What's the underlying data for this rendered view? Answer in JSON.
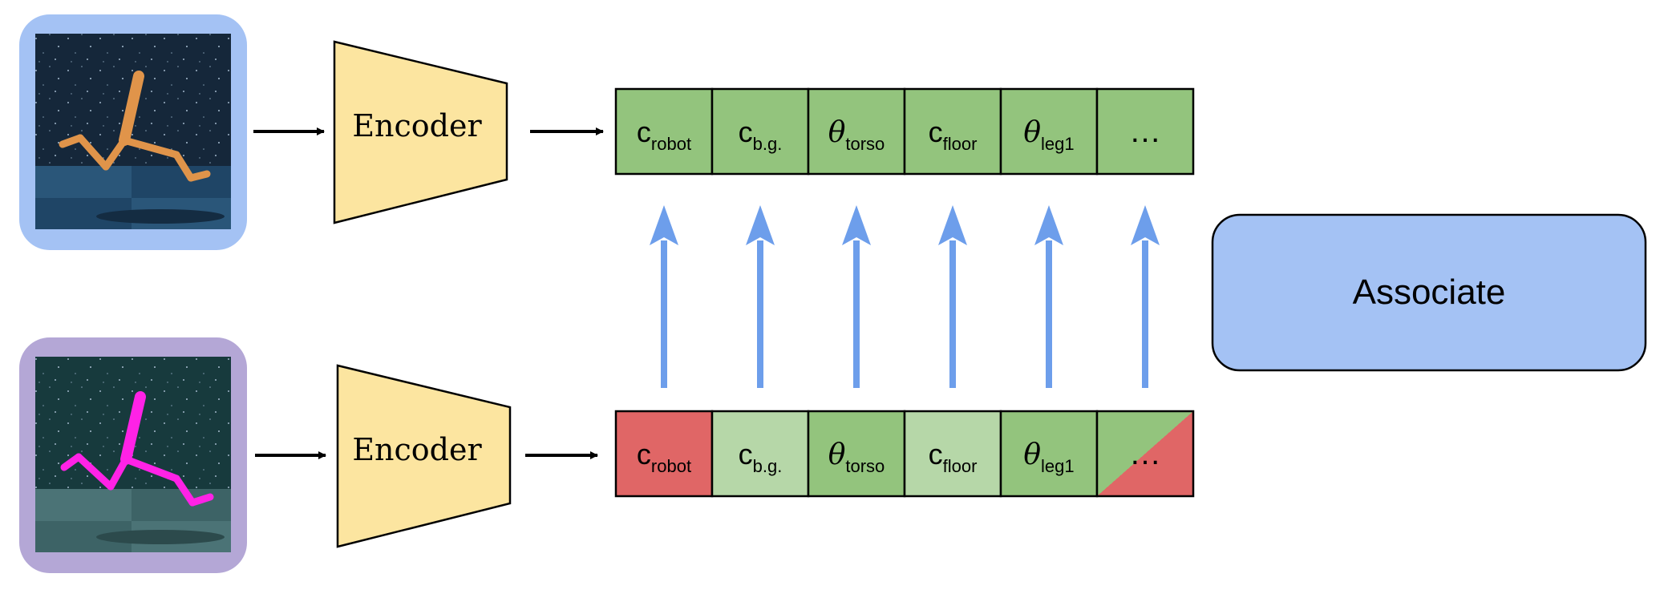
{
  "colors": {
    "top_frame": "#a4c2f4",
    "bottom_frame": "#b4a7d6",
    "encoder_fill": "#fce5a0",
    "cell_green": "#93c47d",
    "cell_light_green": "#b6d7a8",
    "cell_red": "#e06666",
    "arrow_blue": "#6d9eeb",
    "associate_fill": "#a4c2f4"
  },
  "top_row": {
    "encoder_label": "Encoder",
    "cells": [
      {
        "symbol": "c",
        "subscript": "robot",
        "status": "green"
      },
      {
        "symbol": "c",
        "subscript": "b.g.",
        "status": "green"
      },
      {
        "symbol": "θ",
        "subscript": "torso",
        "status": "green"
      },
      {
        "symbol": "c",
        "subscript": "floor",
        "status": "green"
      },
      {
        "symbol": "θ",
        "subscript": "leg1",
        "status": "green"
      },
      {
        "symbol": "…",
        "subscript": "",
        "status": "green"
      }
    ]
  },
  "bottom_row": {
    "encoder_label": "Encoder",
    "cells": [
      {
        "symbol": "c",
        "subscript": "robot",
        "status": "red"
      },
      {
        "symbol": "c",
        "subscript": "b.g.",
        "status": "light-green"
      },
      {
        "symbol": "θ",
        "subscript": "torso",
        "status": "green"
      },
      {
        "symbol": "c",
        "subscript": "floor",
        "status": "light-green"
      },
      {
        "symbol": "θ",
        "subscript": "leg1",
        "status": "green"
      },
      {
        "symbol": "…",
        "subscript": "",
        "status": "split-green-red"
      }
    ]
  },
  "associate_label": "Associate"
}
